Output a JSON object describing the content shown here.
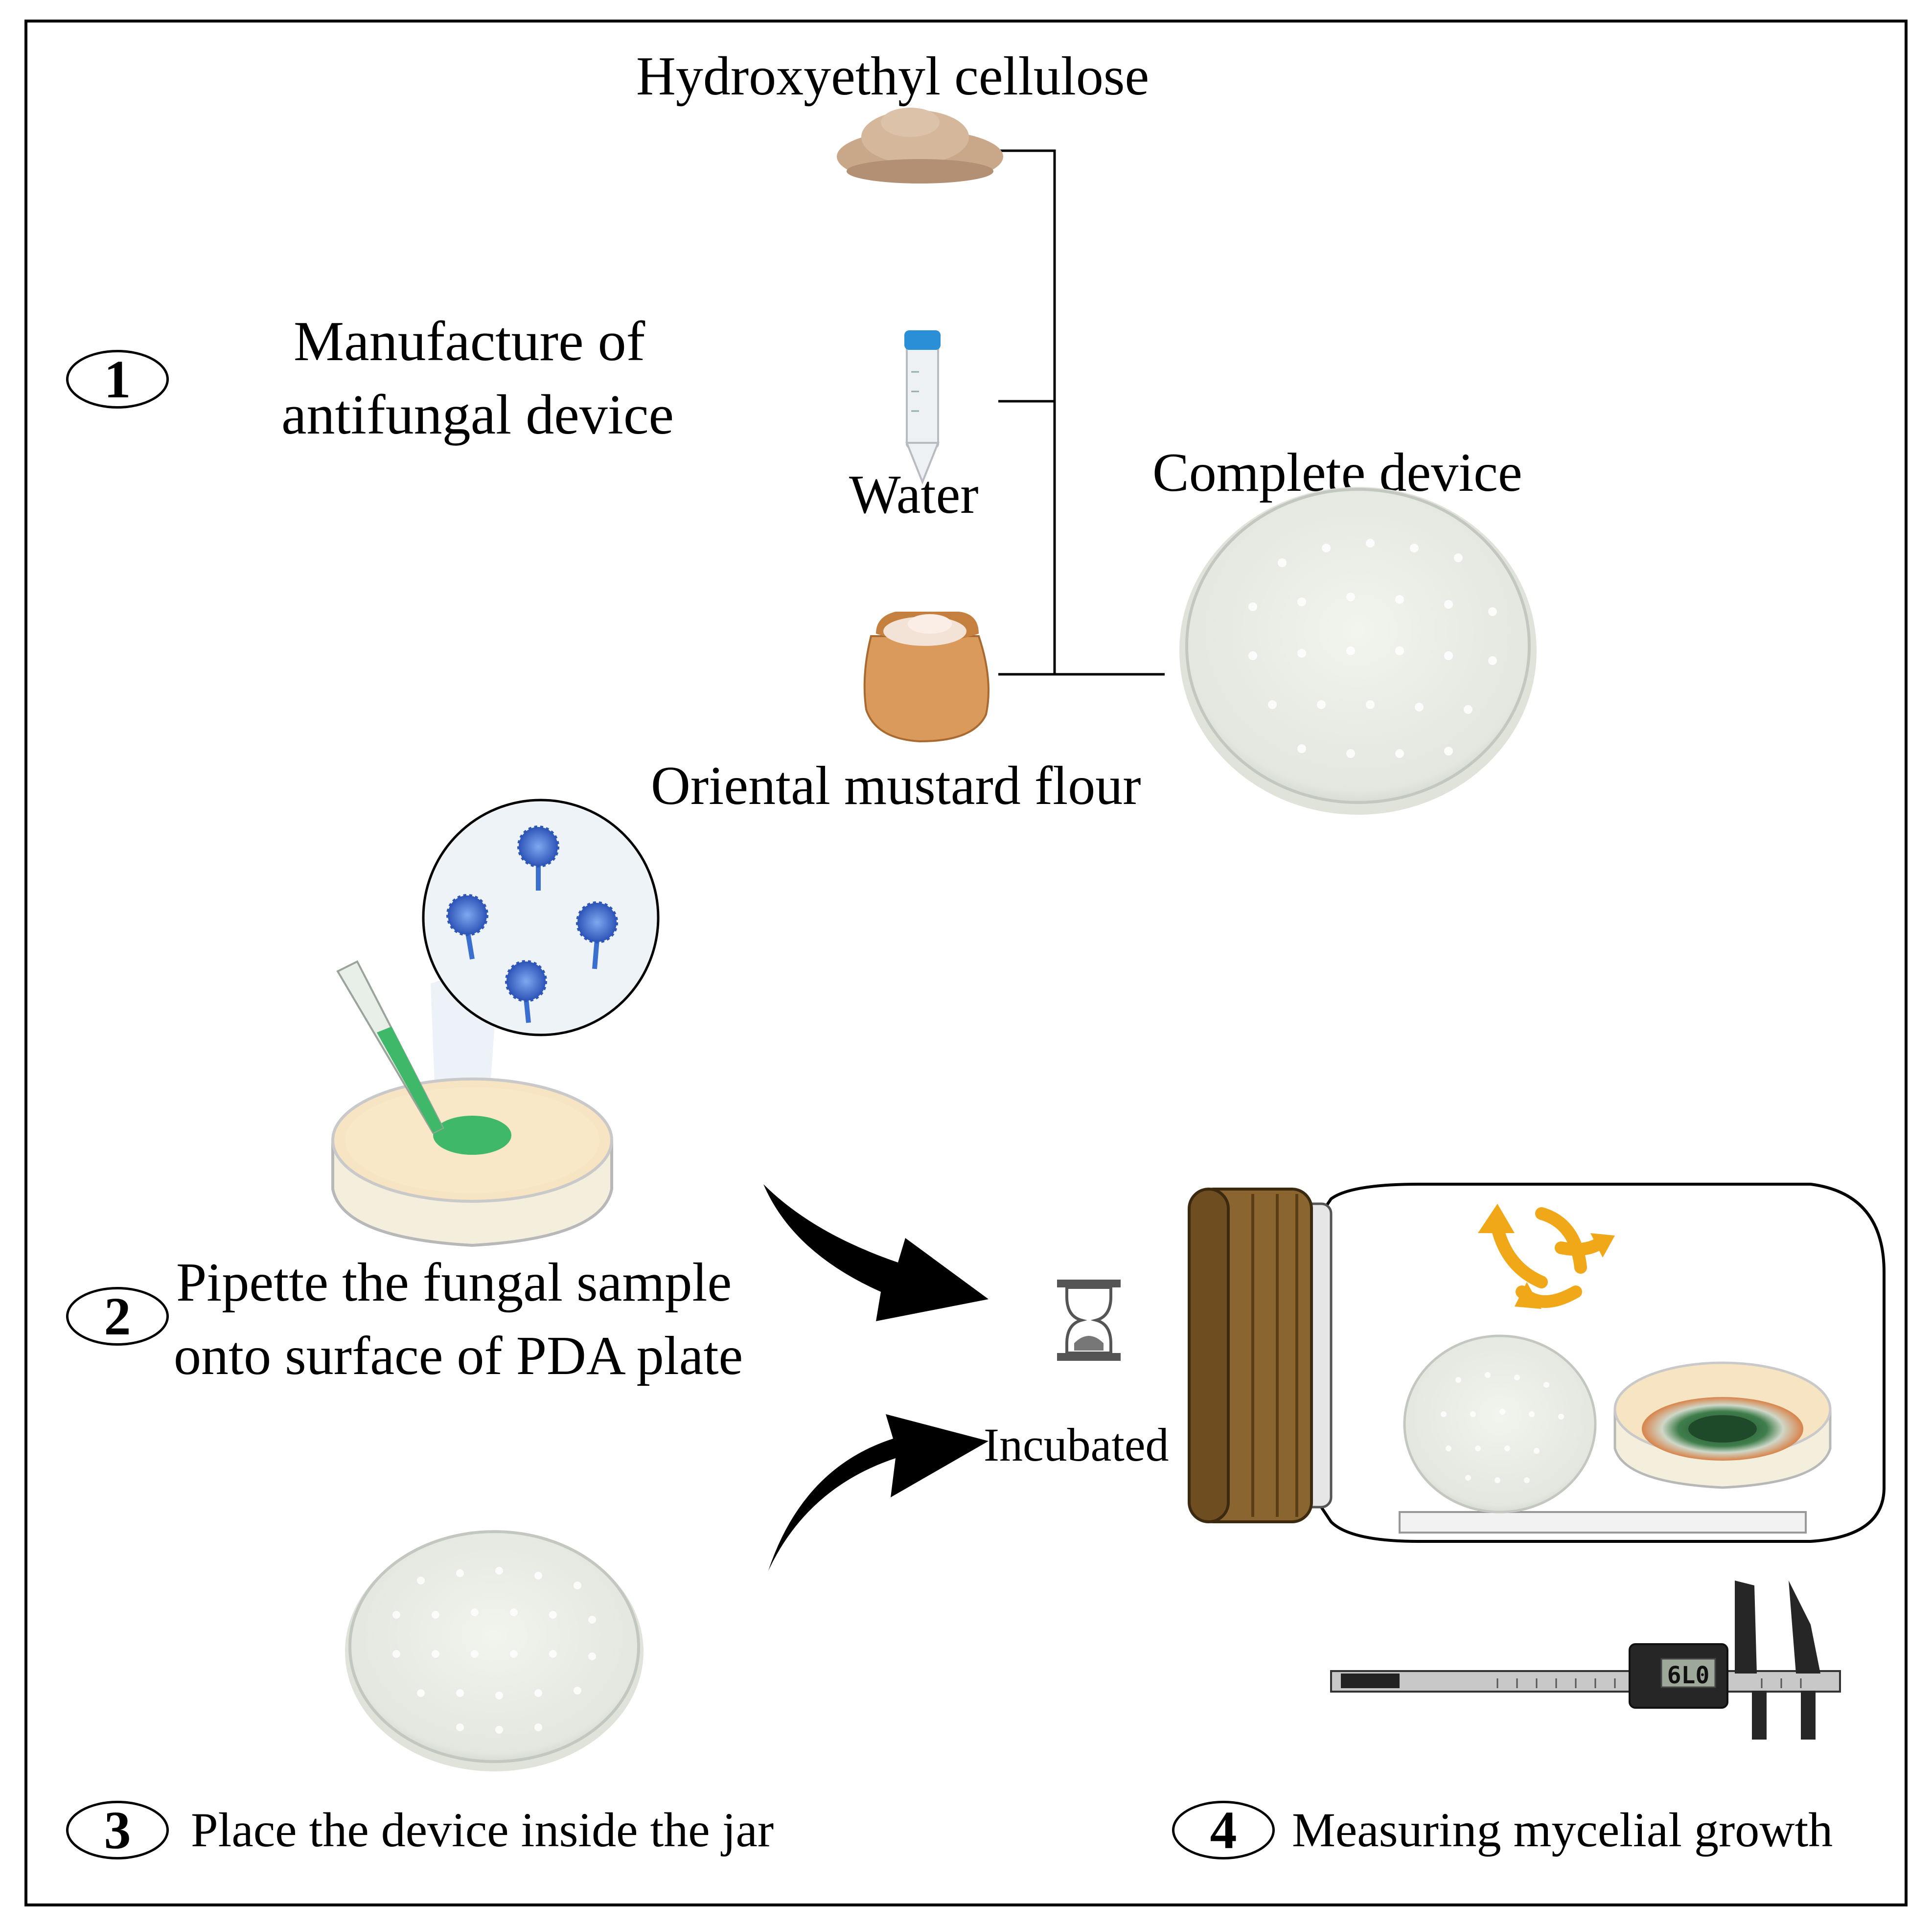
{
  "steps": {
    "s1": {
      "number": "1",
      "title_line1": "Manufacture of",
      "title_line2": "antifungal device"
    },
    "s2": {
      "number": "2",
      "label_line1": "Pipette the fungal sample",
      "label_line2": "onto surface of PDA plate"
    },
    "s3": {
      "number": "3",
      "label": "Place the device inside the jar"
    },
    "s4": {
      "number": "4",
      "label": "Measuring mycelial growth"
    }
  },
  "ingredients": {
    "hec": "Hydroxyethyl cellulose",
    "water": "Water",
    "flour": "Oriental mustard flour"
  },
  "product": "Complete device",
  "incubation": "Incubated",
  "caliper_reading": "6L0",
  "colors": {
    "powder": "#c9a88a",
    "tube_cap": "#2a8fd6",
    "sack": "#d99a5b",
    "fungus": "#3a6fd0",
    "pipette_liquid": "#3fb86a",
    "agar": "#f6e4c2",
    "lid": "#8a6530",
    "yellow_arrow": "#f0a818",
    "colony_dark": "#2e6b3e",
    "colony_ring": "#d8834a"
  }
}
